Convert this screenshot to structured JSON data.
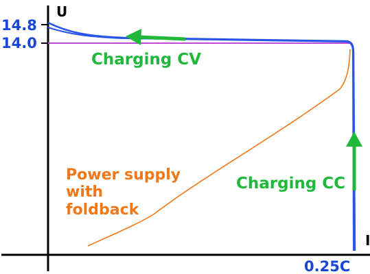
{
  "axes": {
    "y_label": "U",
    "x_label": "I",
    "y_ticks": [
      "14.8",
      "14.0"
    ],
    "x_tick": "0.25C"
  },
  "annotations": {
    "charging_cv": "Charging CV",
    "charging_cc": "Charging CC",
    "power_supply_line1": "Power supply",
    "power_supply_line2": "with",
    "power_supply_line3": "foldback"
  },
  "colors": {
    "axis": "#000000",
    "blue_curve": "#2b55e6",
    "blue_text": "#1a45d6",
    "violet_line": "#c04ad8",
    "orange_curve": "#f07818",
    "green_arrow": "#1fb83a"
  }
}
